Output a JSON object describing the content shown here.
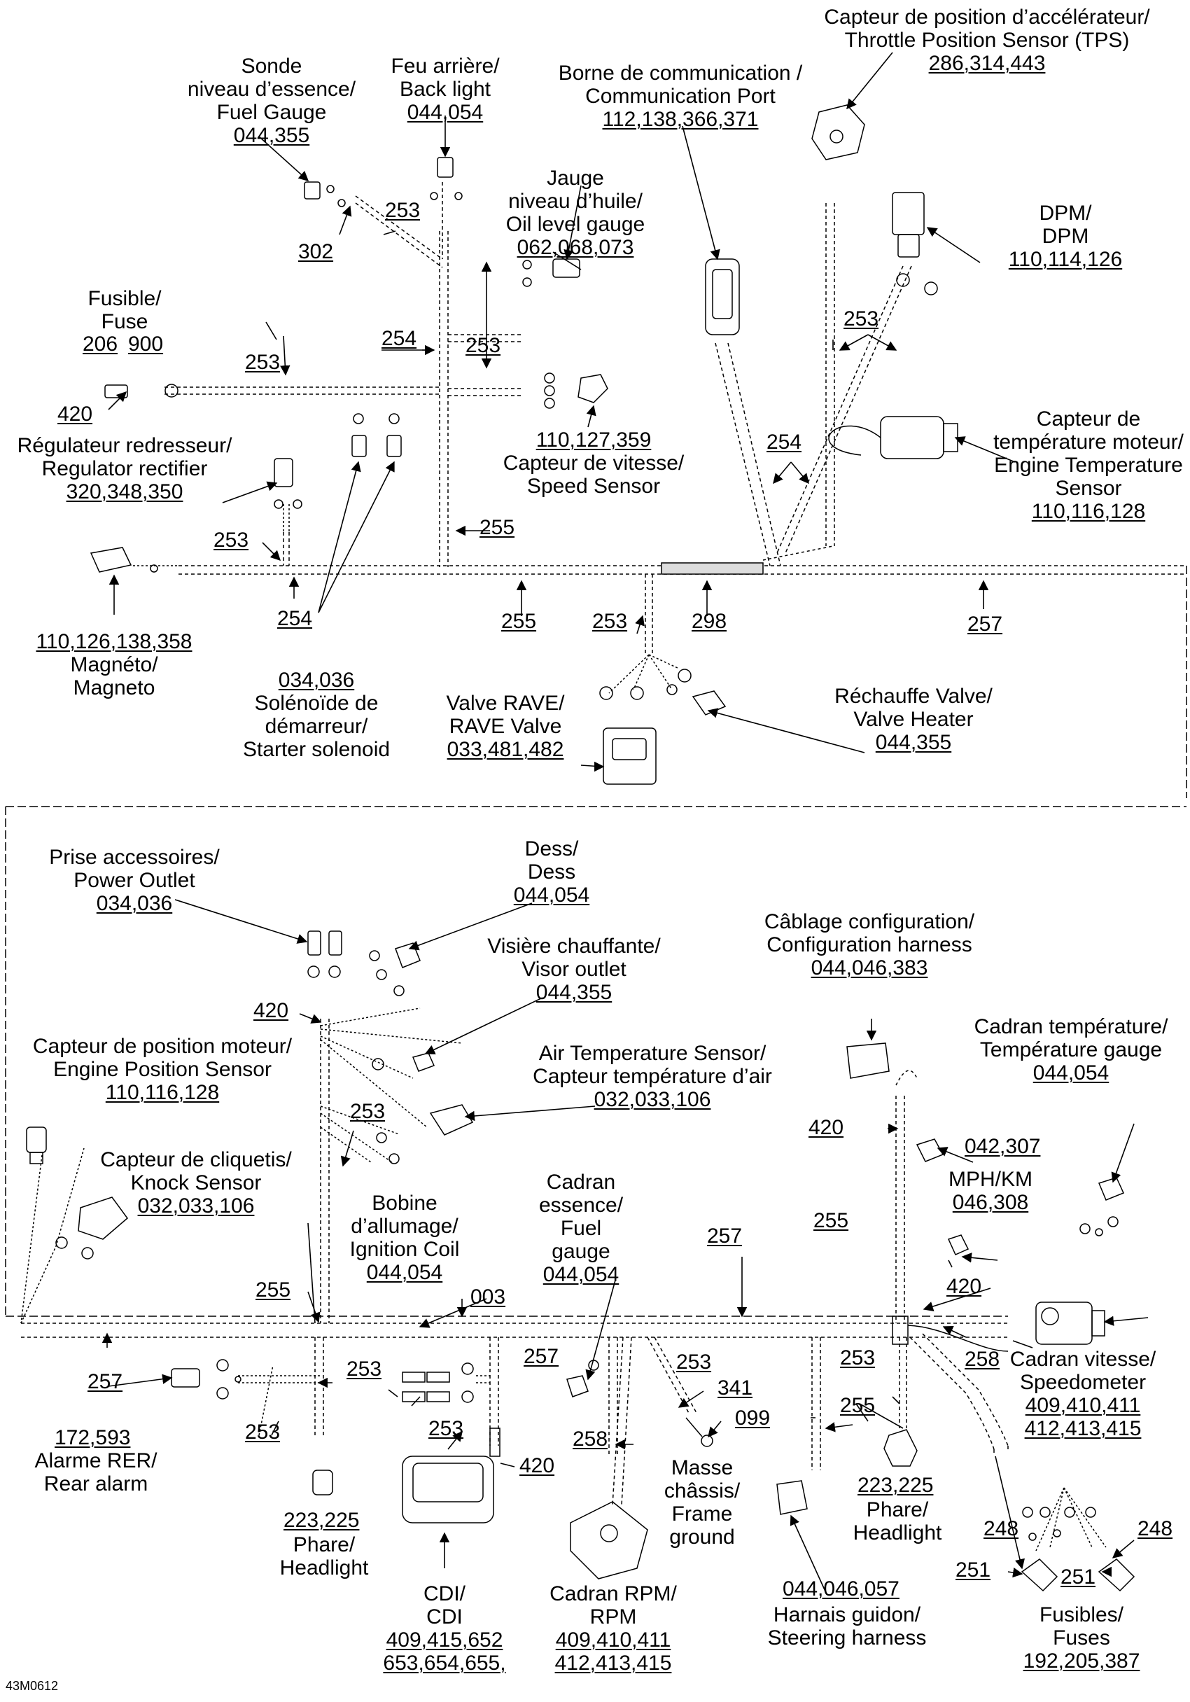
{
  "figure_id": "43M0612",
  "callouts": [
    {
      "id": "tps",
      "lines": [
        "Capteur de position d’accélérateur/",
        "Throttle Position Sensor (TPS)"
      ],
      "parts": "286,314,443"
    },
    {
      "id": "comm-port",
      "lines": [
        "Borne de communication /",
        "Communication Port"
      ],
      "parts": "112,138,366,371"
    },
    {
      "id": "fuel-gauge-sender",
      "lines": [
        "Sonde",
        "niveau d’essence/",
        "Fuel Gauge"
      ],
      "parts": "044,355"
    },
    {
      "id": "back-light",
      "lines": [
        "Feu arrière/",
        "Back light"
      ],
      "parts": "044,054"
    },
    {
      "id": "oil-level",
      "lines": [
        "Jauge",
        "niveau d’huile/",
        "Oil level gauge"
      ],
      "parts": "062,068,073"
    },
    {
      "id": "dpm",
      "lines": [
        "DPM/",
        "DPM"
      ],
      "parts": "110,114,126"
    },
    {
      "id": "fuse-top",
      "lines": [
        "Fusible/",
        "Fuse"
      ],
      "parts": ""
    },
    {
      "id": "regulator",
      "lines": [
        "Régulateur redresseur/",
        "Regulator rectifier"
      ],
      "parts": "320,348,350"
    },
    {
      "id": "speed-sensor",
      "lines": [
        "Capteur de vitesse/",
        "Speed Sensor"
      ],
      "parts": "110,127,359"
    },
    {
      "id": "engine-temp",
      "lines": [
        "Capteur de",
        "température moteur/",
        "Engine Temperature",
        "Sensor"
      ],
      "parts": "110,116,128"
    },
    {
      "id": "magneto",
      "lines": [
        "Magnéto/",
        "Magneto"
      ],
      "parts": "110,126,138,358"
    },
    {
      "id": "starter",
      "lines": [
        "Solénoïde de",
        "démarreur/",
        "Starter solenoid"
      ],
      "parts": "034,036"
    },
    {
      "id": "rave",
      "lines": [
        "Valve RAVE/",
        "RAVE Valve"
      ],
      "parts": "033,481,482"
    },
    {
      "id": "valve-heater",
      "lines": [
        "Réchauffe Valve/",
        "Valve Heater"
      ],
      "parts": "044,355"
    },
    {
      "id": "power-outlet",
      "lines": [
        "Prise accessoires/",
        "Power Outlet"
      ],
      "parts": "034,036"
    },
    {
      "id": "dess",
      "lines": [
        "Dess/",
        "Dess"
      ],
      "parts": "044,054"
    },
    {
      "id": "config-harness",
      "lines": [
        "Câblage configuration/",
        "Configuration harness"
      ],
      "parts": "044,046,383"
    },
    {
      "id": "visor",
      "lines": [
        "Visière chauffante/",
        "Visor outlet"
      ],
      "parts": "044,355"
    },
    {
      "id": "engine-position",
      "lines": [
        "Capteur de position moteur/",
        "Engine Position Sensor"
      ],
      "parts": "110,116,128"
    },
    {
      "id": "air-temp",
      "lines": [
        "Air Temperature Sensor/",
        "Capteur température d’air"
      ],
      "parts": "032,033,106"
    },
    {
      "id": "temp-gauge",
      "lines": [
        "Cadran température/",
        "Température gauge"
      ],
      "parts": "044,054"
    },
    {
      "id": "knock",
      "lines": [
        "Capteur de cliquetis/",
        "Knock Sensor"
      ],
      "parts": "032,033,106"
    },
    {
      "id": "ignition-coil",
      "lines": [
        "Bobine",
        "d’allumage/",
        "Ignition Coil"
      ],
      "parts": "044,054"
    },
    {
      "id": "fuel-gauge-dial",
      "lines": [
        "Cadran",
        "essence/",
        "Fuel",
        "gauge"
      ],
      "parts": "044,054"
    },
    {
      "id": "mph-km",
      "lines": [
        "MPH/KM"
      ],
      "parts": "046,308"
    },
    {
      "id": "speedometer",
      "lines": [
        "Cadran vitesse/",
        "Speedometer"
      ],
      "parts": "409,410,411|412,413,415"
    },
    {
      "id": "rear-alarm",
      "lines": [
        "Alarme RER/",
        "Rear alarm"
      ],
      "parts": ""
    },
    {
      "id": "headlight-left",
      "lines": [
        "Phare/",
        "Headlight"
      ],
      "parts": ""
    },
    {
      "id": "cdi",
      "lines": [
        "CDI/",
        "CDI"
      ],
      "parts": "409,415,652|653,654,655,"
    },
    {
      "id": "rpm",
      "lines": [
        "Cadran RPM/",
        "RPM"
      ],
      "parts": "409,410,411|412,413,415"
    },
    {
      "id": "frame-ground",
      "lines": [
        "Masse",
        "châssis/",
        "Frame",
        "ground"
      ],
      "parts": ""
    },
    {
      "id": "steering",
      "lines": [
        "Harnais guidon/",
        "Steering harness"
      ],
      "parts": ""
    },
    {
      "id": "headlight-right",
      "lines": [
        "Phare/",
        "Headlight"
      ],
      "parts": ""
    },
    {
      "id": "fuses",
      "lines": [
        "Fusibles/",
        "Fuses"
      ],
      "parts": "192,205,387"
    }
  ],
  "numbers": [
    {
      "id": "n302",
      "text": "302"
    },
    {
      "id": "n253a",
      "text": "253"
    },
    {
      "id": "n254a",
      "text": "254"
    },
    {
      "id": "n253b",
      "text": "253"
    },
    {
      "id": "n253c",
      "text": "253"
    },
    {
      "id": "n206",
      "text": "206"
    },
    {
      "id": "n900",
      "text": "900"
    },
    {
      "id": "n420a",
      "text": "420"
    },
    {
      "id": "n253d",
      "text": "253"
    },
    {
      "id": "n254b",
      "text": "254"
    },
    {
      "id": "n255a",
      "text": "255"
    },
    {
      "id": "n253e",
      "text": "253"
    },
    {
      "id": "n254c",
      "text": "254"
    },
    {
      "id": "n255b",
      "text": "255"
    },
    {
      "id": "n253f",
      "text": "253"
    },
    {
      "id": "n298",
      "text": "298"
    },
    {
      "id": "n257a",
      "text": "257"
    },
    {
      "id": "n420b",
      "text": "420"
    },
    {
      "id": "n253g",
      "text": "253"
    },
    {
      "id": "n420c",
      "text": "420"
    },
    {
      "id": "n255c",
      "text": "255"
    },
    {
      "id": "n042307",
      "text": "042,307"
    },
    {
      "id": "n255d",
      "text": "255"
    },
    {
      "id": "n003",
      "text": "003"
    },
    {
      "id": "n257b",
      "text": "257"
    },
    {
      "id": "n420d",
      "text": "420"
    },
    {
      "id": "n258a",
      "text": "258"
    },
    {
      "id": "n257c",
      "text": "257"
    },
    {
      "id": "n253h",
      "text": "253"
    },
    {
      "id": "n257d",
      "text": "257"
    },
    {
      "id": "n253i",
      "text": "253"
    },
    {
      "id": "n341",
      "text": "341"
    },
    {
      "id": "n099",
      "text": "099"
    },
    {
      "id": "n253j",
      "text": "253"
    },
    {
      "id": "n255e",
      "text": "255"
    },
    {
      "id": "n172593",
      "text": "172,593"
    },
    {
      "id": "n253k",
      "text": "253"
    },
    {
      "id": "n253l",
      "text": "253"
    },
    {
      "id": "n420e",
      "text": "420"
    },
    {
      "id": "n258b",
      "text": "258"
    },
    {
      "id": "n223225a",
      "text": "223,225"
    },
    {
      "id": "n223225b",
      "text": "223,225"
    },
    {
      "id": "n044046057",
      "text": "044,046,057"
    },
    {
      "id": "n248a",
      "text": "248"
    },
    {
      "id": "n248b",
      "text": "248"
    },
    {
      "id": "n251a",
      "text": "251"
    },
    {
      "id": "n251b",
      "text": "251"
    }
  ]
}
